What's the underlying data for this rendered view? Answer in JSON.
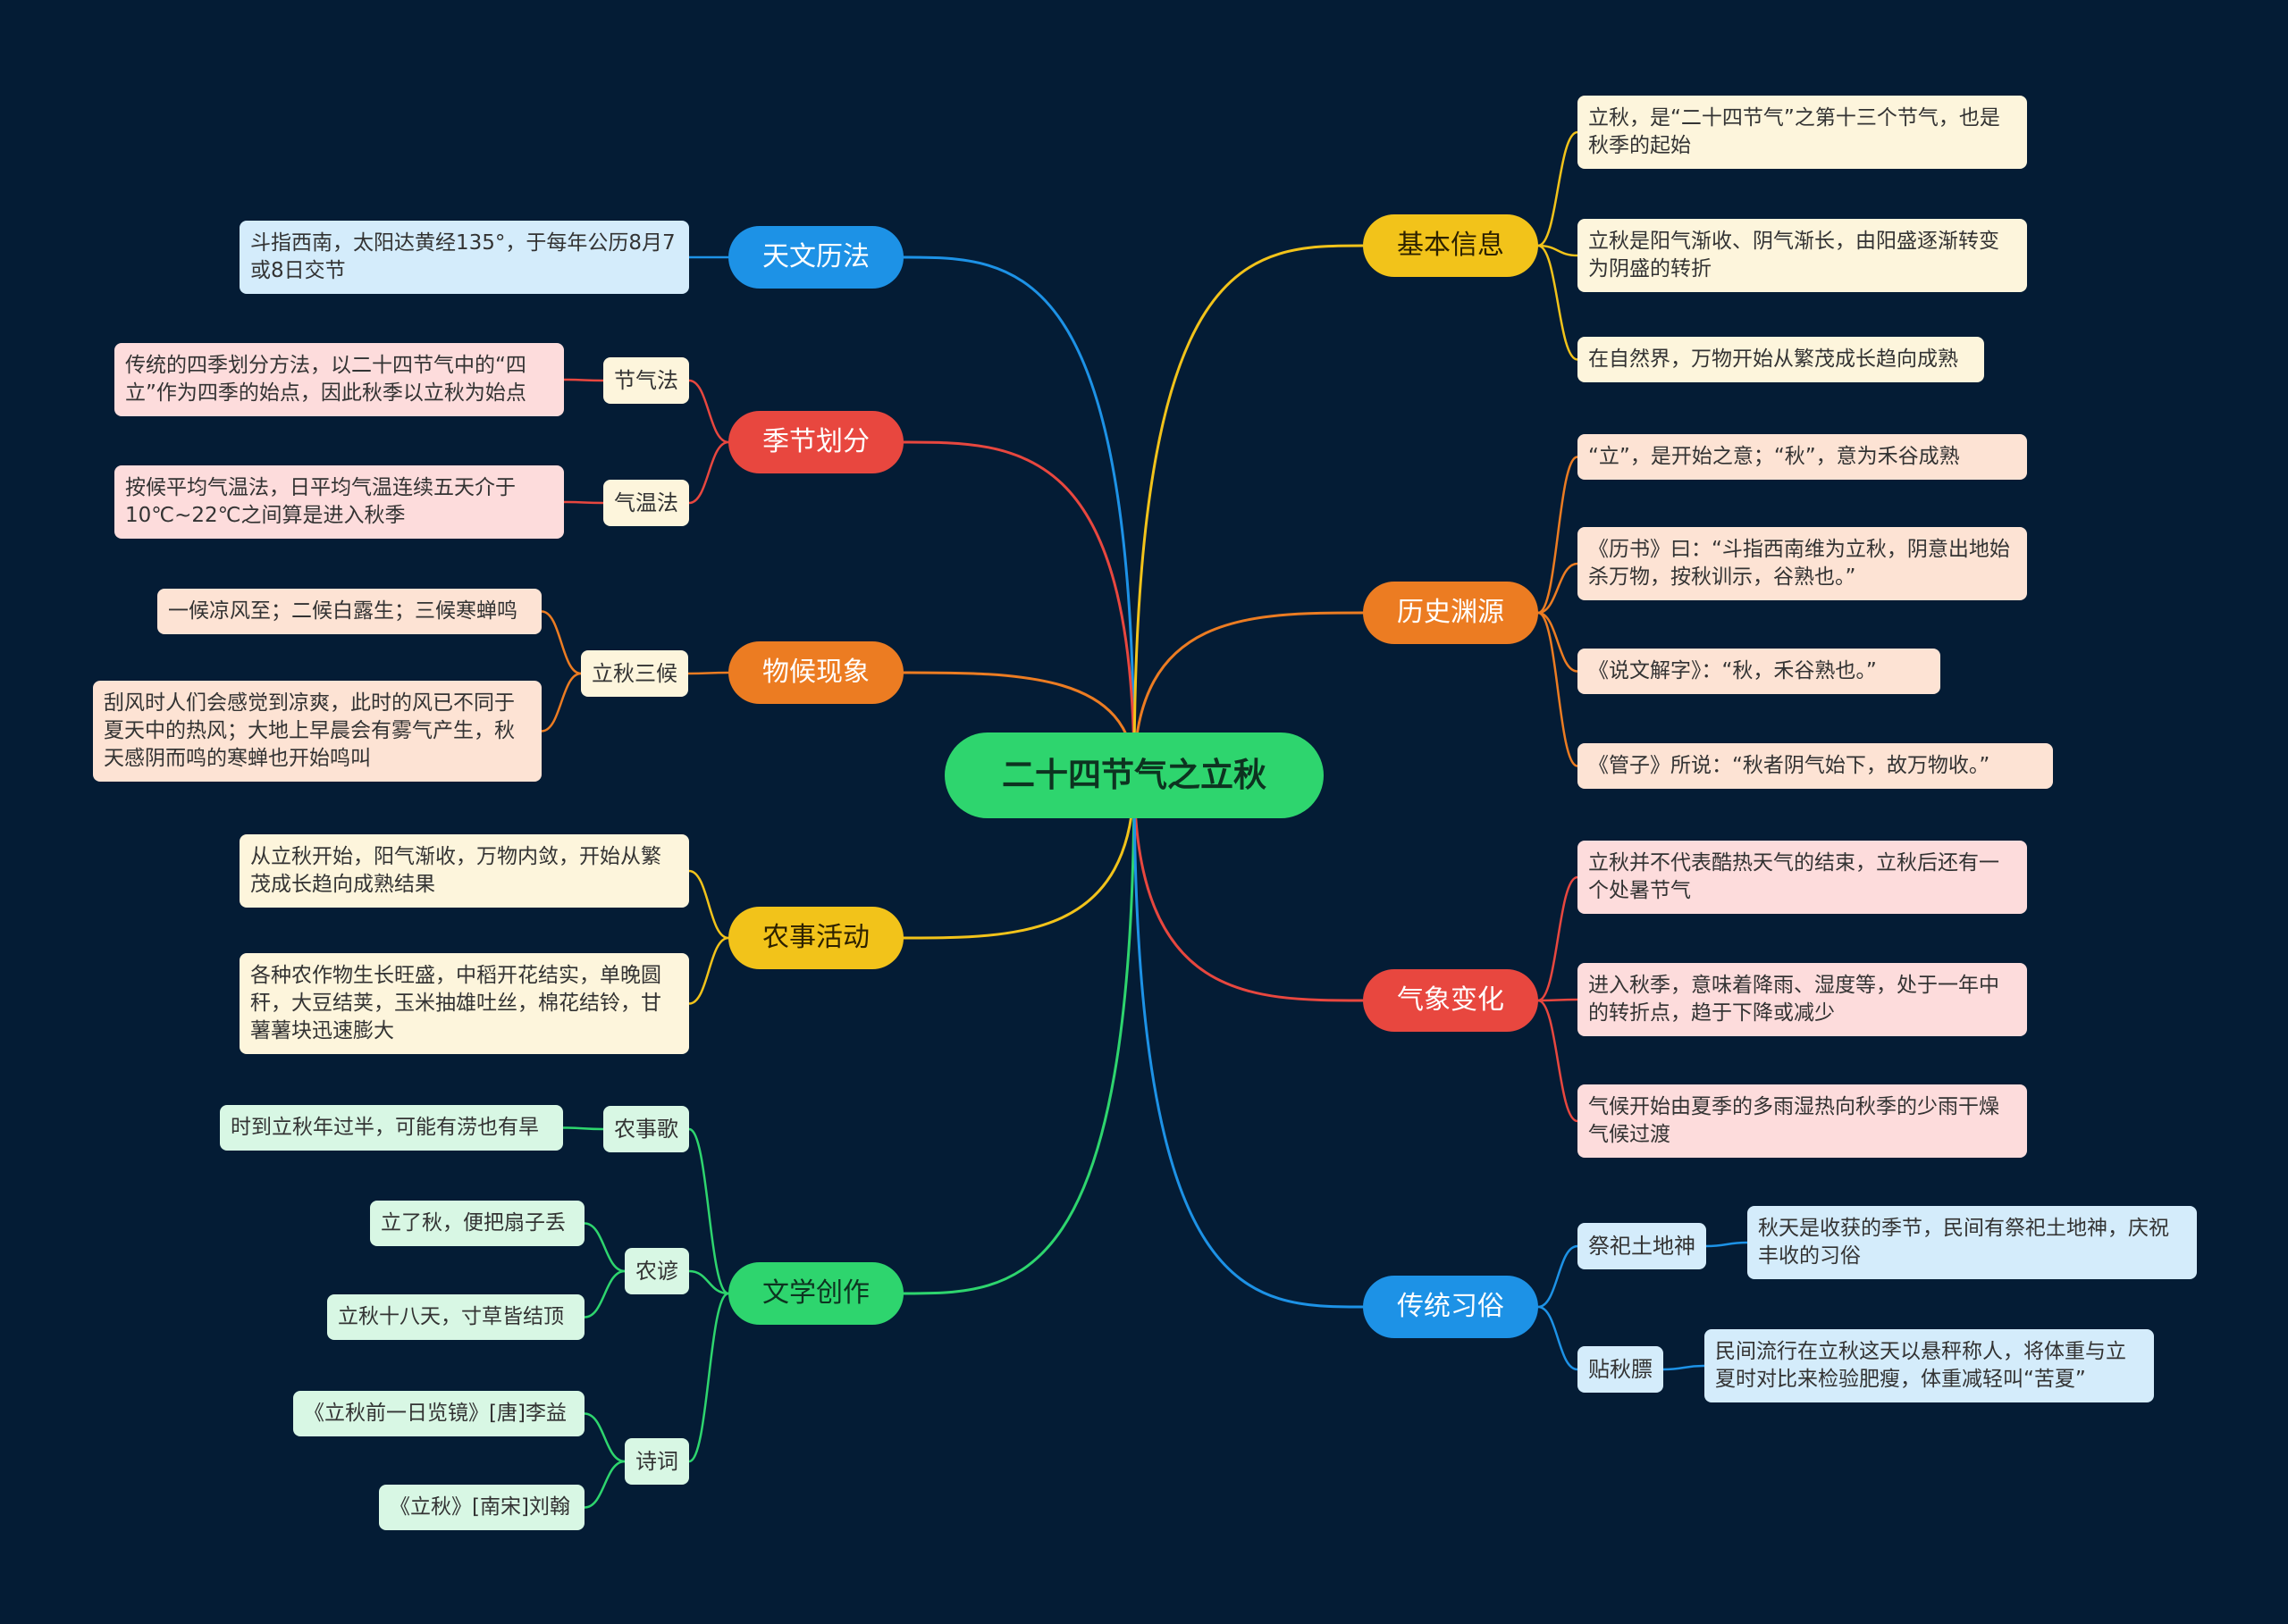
{
  "root": "二十四节气之立秋",
  "colors": {
    "background": "#041c35",
    "blue": "#1d92e6",
    "red": "#e8473f",
    "orange": "#ec7c22",
    "yellow": "#f2c31a",
    "green": "#2ed56e"
  },
  "left": {
    "astronomy": {
      "label": "天文历法",
      "leaf": "斗指西南，太阳达黄经135°，于每年公历8月7或8日交节"
    },
    "season": {
      "label": "季节划分",
      "solar_term": {
        "label": "节气法",
        "leaf": "传统的四季划分方法，以二十四节气中的“四立”作为四季的始点，因此秋季以立秋为始点"
      },
      "temperature": {
        "label": "气温法",
        "leaf": "按候平均气温法，日平均气温连续五天介于10℃~22℃之间算是进入秋季"
      }
    },
    "phenology": {
      "label": "物候现象",
      "three": {
        "label": "立秋三候",
        "leaf1": "一候凉风至；二候白露生；三候寒蝉鸣",
        "leaf2": "刮风时人们会感觉到凉爽，此时的风已不同于夏天中的热风；大地上早晨会有雾气产生，秋天感阴而鸣的寒蝉也开始鸣叫"
      }
    },
    "farming": {
      "label": "农事活动",
      "leaf1": "从立秋开始，阳气渐收，万物内敛，开始从繁茂成长趋向成熟结果",
      "leaf2": "各种农作物生长旺盛，中稻开花结实，单晚圆秆，大豆结荚，玉米抽雄吐丝，棉花结铃，甘薯薯块迅速膨大"
    },
    "literature": {
      "label": "文学创作",
      "song": {
        "label": "农事歌",
        "leaf": "时到立秋年过半，可能有涝也有旱"
      },
      "proverb": {
        "label": "农谚",
        "leaf1": "立了秋，便把扇子丢",
        "leaf2": "立秋十八天，寸草皆结顶"
      },
      "poem": {
        "label": "诗词",
        "leaf1": "《立秋前一日览镜》[唐]李益",
        "leaf2": "《立秋》[南宋]刘翰"
      }
    }
  },
  "right": {
    "basic": {
      "label": "基本信息",
      "leaf1": "立秋，是“二十四节气”之第十三个节气，也是秋季的起始",
      "leaf2": "立秋是阳气渐收、阴气渐长，由阳盛逐渐转变为阴盛的转折",
      "leaf3": "在自然界，万物开始从繁茂成长趋向成熟"
    },
    "history": {
      "label": "历史渊源",
      "leaf1": "“立”，是开始之意；“秋”，意为禾谷成熟",
      "leaf2": "《历书》曰：“斗指西南维为立秋，阴意出地始杀万物，按秋训示，谷熟也。”",
      "leaf3": "《说文解字》：“秋，禾谷熟也。”",
      "leaf4": "《管子》所说：“秋者阴气始下，故万物收。”"
    },
    "weather": {
      "label": "气象变化",
      "leaf1": "立秋并不代表酷热天气的结束，立秋后还有一个处暑节气",
      "leaf2": "进入秋季，意味着降雨、湿度等，处于一年中的转折点，趋于下降或减少",
      "leaf3": "气候开始由夏季的多雨湿热向秋季的少雨干燥气候过渡"
    },
    "custom": {
      "label": "传统习俗",
      "earth_god": {
        "label": "祭祀土地神",
        "leaf": "秋天是收获的季节，民间有祭祀土地神，庆祝丰收的习俗"
      },
      "weigh": {
        "label": "贴秋膘",
        "leaf": "民间流行在立秋这天以悬秤称人，将体重与立夏时对比来检验肥瘦，体重减轻叫“苦夏”"
      }
    }
  }
}
